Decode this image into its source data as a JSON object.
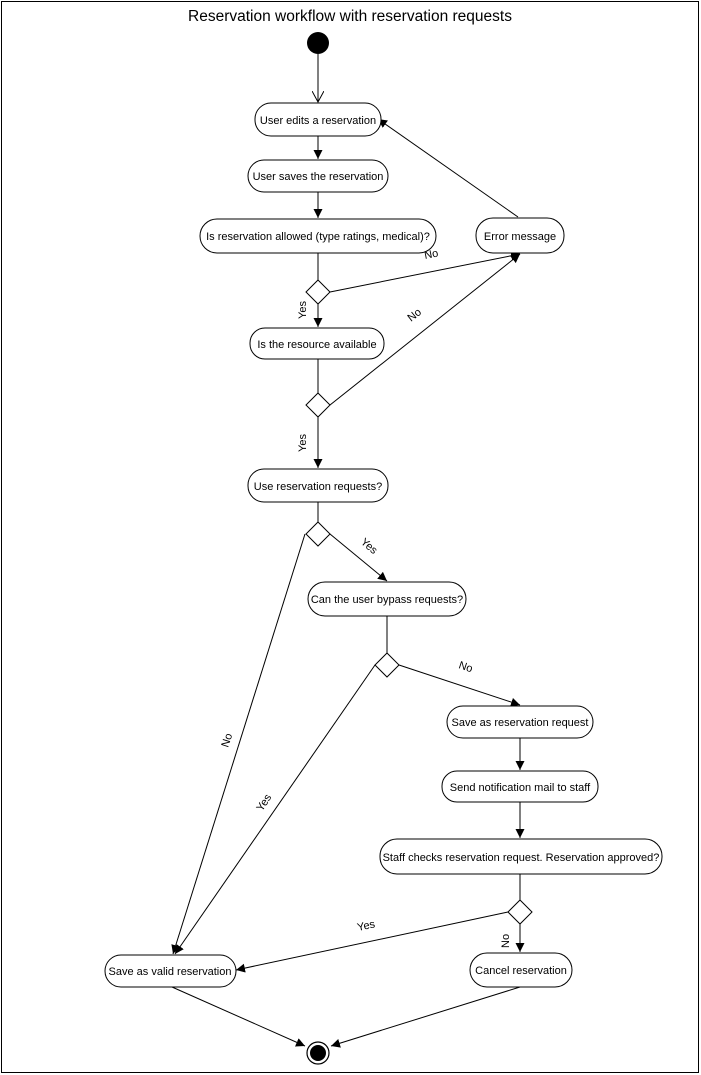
{
  "title": "Reservation workflow with reservation requests",
  "nodes": {
    "user_edits": "User edits a reservation",
    "user_saves": "User saves the reservation",
    "is_allowed": "Is reservation allowed (type ratings, medical)?",
    "error_message": "Error message",
    "is_available": "Is the resource available",
    "use_requests": "Use reservation requests?",
    "can_bypass": "Can the user bypass requests?",
    "save_request": "Save as reservation request",
    "send_mail": "Send notification mail to staff",
    "staff_checks": "Staff checks reservation request. Reservation approved?",
    "save_valid": "Save as valid reservation",
    "cancel": "Cancel reservation"
  },
  "edge_labels": {
    "allowed_no": "No",
    "allowed_yes": "Yes",
    "available_no": "No",
    "available_yes": "Yes",
    "requests_yes": "Yes",
    "requests_no": "No",
    "bypass_no": "No",
    "bypass_yes": "Yes",
    "approved_yes": "Yes",
    "approved_no": "No"
  }
}
